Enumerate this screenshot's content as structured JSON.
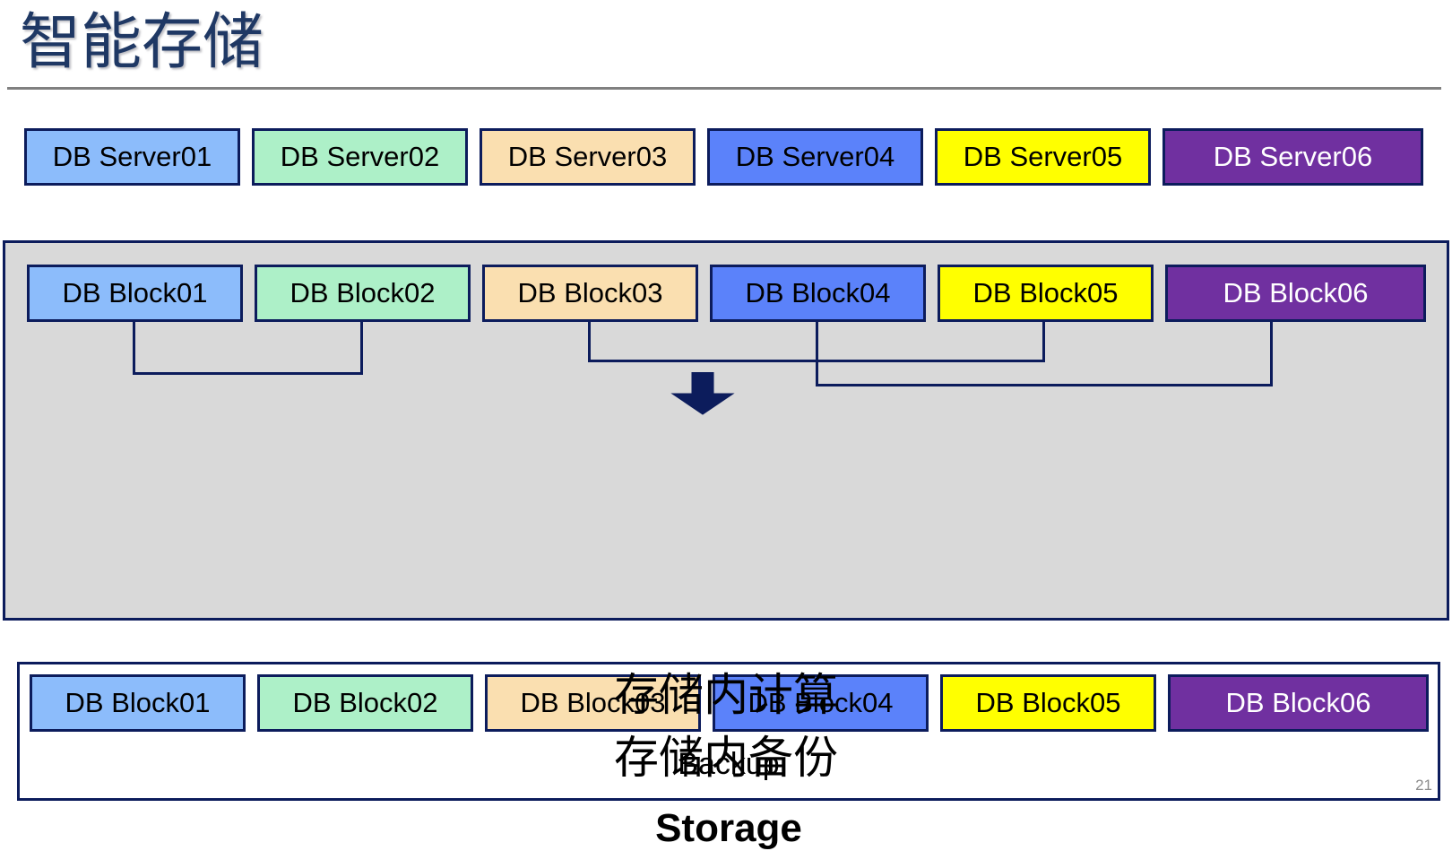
{
  "title": "智能存储",
  "servers": {
    "label_prefix": "DB Server",
    "items": [
      {
        "label": "DB Server01",
        "fill": "#8CBCFB",
        "text": "#000000"
      },
      {
        "label": "DB Server02",
        "fill": "#ADF0C8",
        "text": "#000000"
      },
      {
        "label": "DB Server03",
        "fill": "#FADFB0",
        "text": "#000000"
      },
      {
        "label": "DB Server04",
        "fill": "#5B82FA",
        "text": "#000000"
      },
      {
        "label": "DB Server05",
        "fill": "#FFFF00",
        "text": "#000000"
      },
      {
        "label": "DB Server06",
        "fill": "#7030A0",
        "text": "#FFFFFF"
      }
    ]
  },
  "storage": {
    "panel_fill": "#D9D9D9",
    "border_color": "#0C1C5C",
    "storage_label": "Storage",
    "backup_label": "Backup",
    "primary_blocks": [
      {
        "label": "DB Block01",
        "fill": "#8CBCFB",
        "text": "#000000"
      },
      {
        "label": "DB Block02",
        "fill": "#ADF0C8",
        "text": "#000000"
      },
      {
        "label": "DB Block03",
        "fill": "#FADFB0",
        "text": "#000000"
      },
      {
        "label": "DB Block04",
        "fill": "#5B82FA",
        "text": "#000000"
      },
      {
        "label": "DB Block05",
        "fill": "#FFFF00",
        "text": "#000000"
      },
      {
        "label": "DB Block06",
        "fill": "#7030A0",
        "text": "#FFFFFF"
      }
    ],
    "backup_blocks": [
      {
        "label": "DB Block01",
        "fill": "#8CBCFB",
        "text": "#000000"
      },
      {
        "label": "DB Block02",
        "fill": "#ADF0C8",
        "text": "#000000"
      },
      {
        "label": "DB Block03",
        "fill": "#FADFB0",
        "text": "#000000"
      },
      {
        "label": "DB Block04",
        "fill": "#5B82FA",
        "text": "#000000"
      },
      {
        "label": "DB Block05",
        "fill": "#FFFF00",
        "text": "#000000"
      },
      {
        "label": "DB Block06",
        "fill": "#7030A0",
        "text": "#FFFFFF"
      }
    ]
  },
  "captions": {
    "line1": "存储内计算",
    "line2": "存储内备份"
  },
  "page_number": "21",
  "accent_colors": {
    "title": "#1F3864",
    "rule": "#808080",
    "navy": "#0C1C5C",
    "panel_gray": "#D9D9D9"
  }
}
